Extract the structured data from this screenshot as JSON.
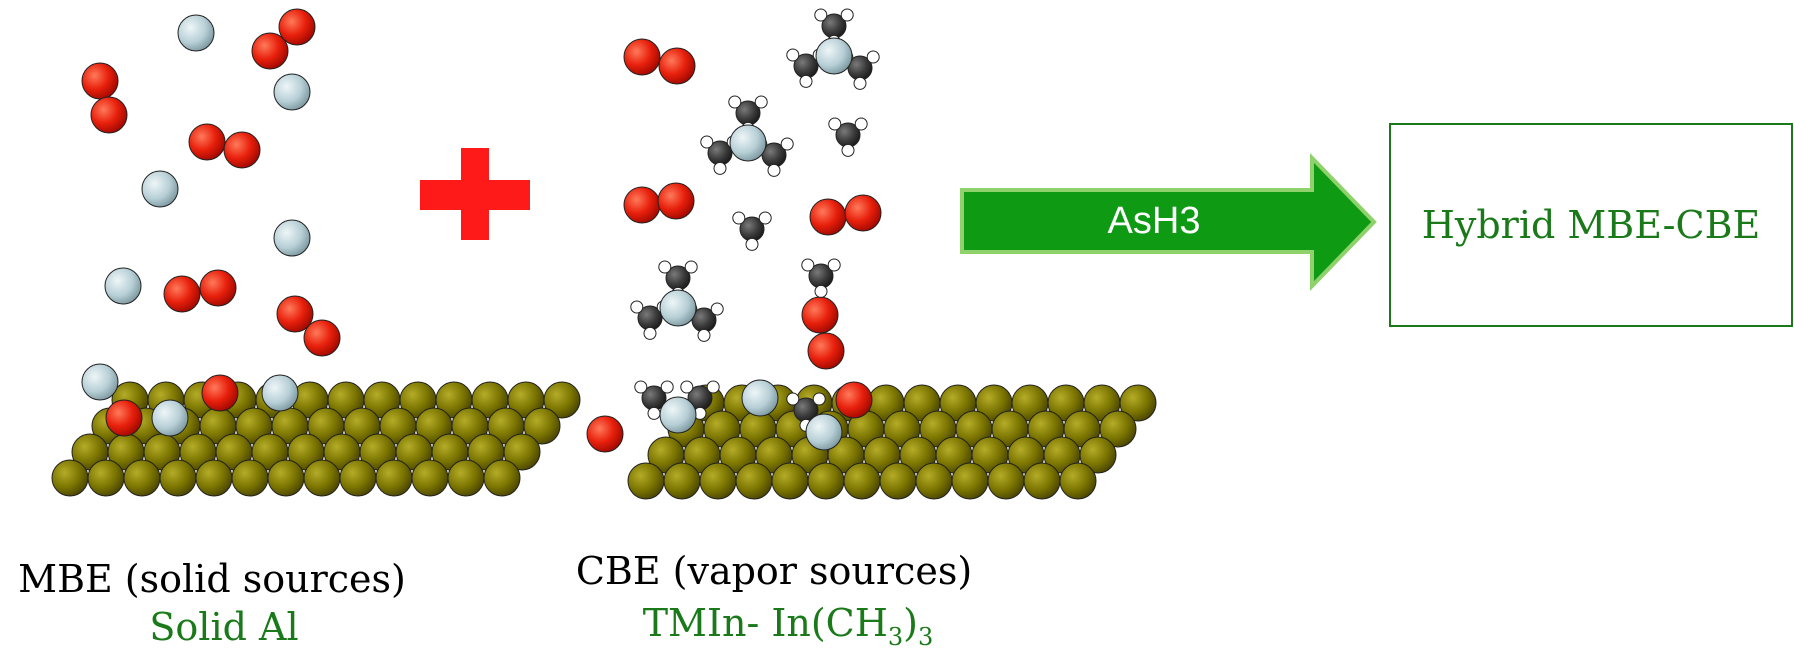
{
  "left_panel": {
    "title": "MBE (solid sources)",
    "subtitle": "Solid Al"
  },
  "right_panel": {
    "title": "CBE (vapor sources)",
    "subtitle_main": "TMIn- In(CH",
    "subtitle_sub1": "3",
    "subtitle_close": ")",
    "subtitle_sub2": "3"
  },
  "arrow": {
    "label": "AsH3"
  },
  "result_box": {
    "label": "Hybrid MBE-CBE"
  },
  "colors": {
    "accent_green": "#1a7a1a",
    "arrow_fill": "#0f9a14",
    "arrow_stroke": "#8fd16a",
    "plus_red": "#ff1a1a",
    "atom_red": "#e8200c",
    "atom_grey": "#b7cfd6",
    "atom_dark": "#3a3a3a",
    "substrate": "#7a7400"
  },
  "icons": {
    "plus": "plus-icon",
    "arrow": "right-arrow-icon"
  }
}
